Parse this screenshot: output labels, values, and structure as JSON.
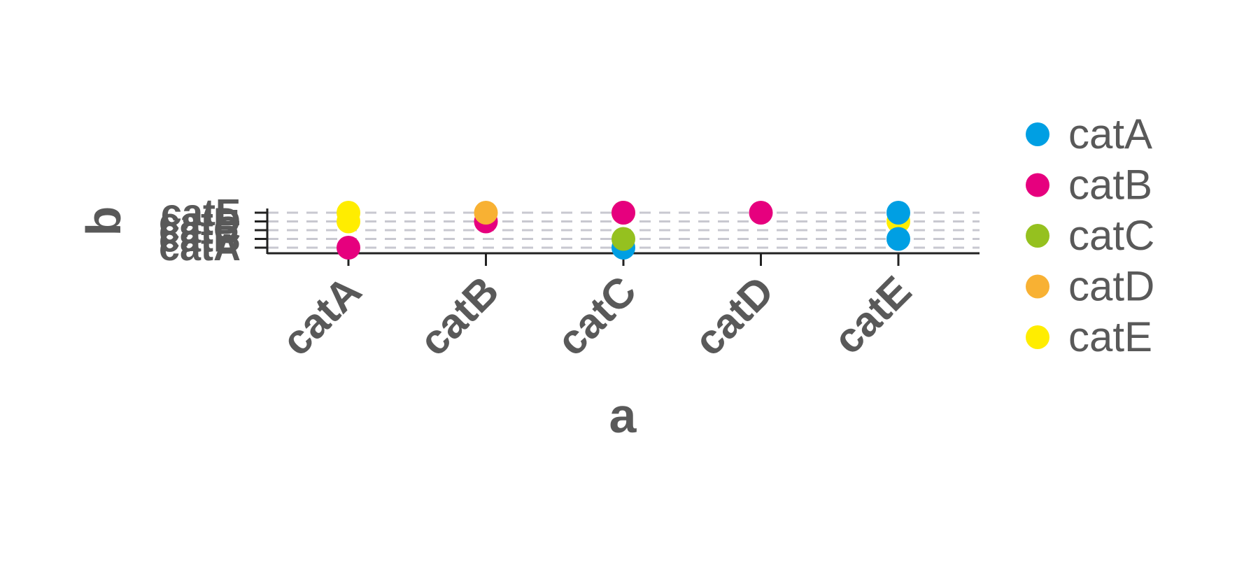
{
  "chart_data": {
    "type": "scatter",
    "title": "",
    "xlabel": "a",
    "ylabel": "b",
    "x_categories": [
      "catA",
      "catB",
      "catC",
      "catD",
      "catE"
    ],
    "y_categories": [
      "catA",
      "catB",
      "catC",
      "catD",
      "catE"
    ],
    "grid": "horizontal dashed",
    "legend": {
      "placement": "right",
      "entries": [
        {
          "label": "catA",
          "color": "#009fe3"
        },
        {
          "label": "catB",
          "color": "#e6007e"
        },
        {
          "label": "catC",
          "color": "#95c11f"
        },
        {
          "label": "catD",
          "color": "#f8b133"
        },
        {
          "label": "catE",
          "color": "#ffed00"
        }
      ]
    },
    "points": [
      {
        "a": "catA",
        "b": "catA",
        "color_cat": "catB"
      },
      {
        "a": "catA",
        "b": "catD",
        "color_cat": "catE"
      },
      {
        "a": "catA",
        "b": "catE",
        "color_cat": "catE"
      },
      {
        "a": "catB",
        "b": "catD",
        "color_cat": "catB"
      },
      {
        "a": "catB",
        "b": "catE",
        "color_cat": "catD"
      },
      {
        "a": "catC",
        "b": "catA",
        "color_cat": "catA"
      },
      {
        "a": "catC",
        "b": "catB",
        "color_cat": "catC"
      },
      {
        "a": "catC",
        "b": "catE",
        "color_cat": "catD"
      },
      {
        "a": "catC",
        "b": "catE",
        "color_cat": "catB"
      },
      {
        "a": "catD",
        "b": "catE",
        "color_cat": "catB"
      },
      {
        "a": "catE",
        "b": "catD",
        "color_cat": "catE"
      },
      {
        "a": "catE",
        "b": "catB",
        "color_cat": "catA"
      },
      {
        "a": "catE",
        "b": "catE",
        "color_cat": "catA"
      }
    ]
  }
}
